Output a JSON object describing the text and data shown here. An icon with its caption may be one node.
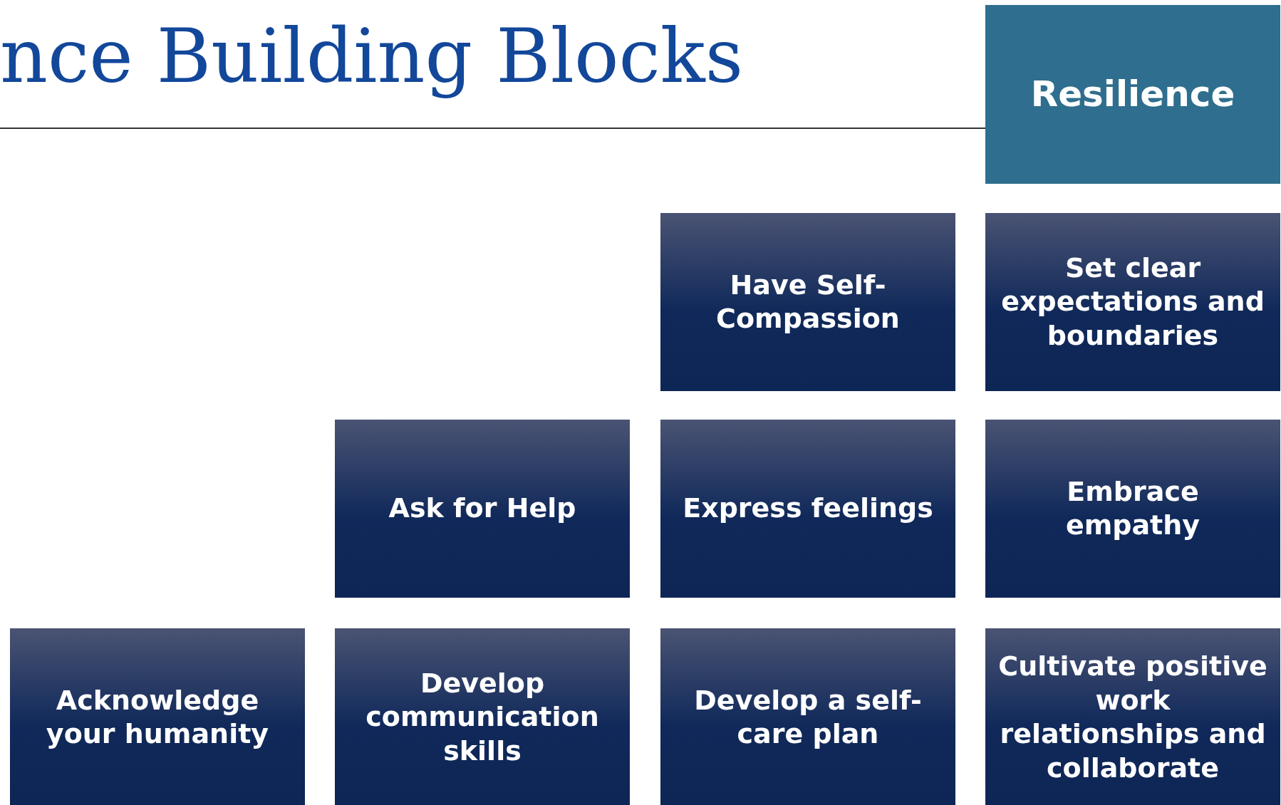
{
  "diagram": {
    "title": "nce Building Blocks",
    "nodes": [
      {
        "text": [
          "Resilience"
        ]
      },
      {
        "text": [
          "Have Self-Compassion"
        ]
      },
      {
        "text": [
          "Set clear expectations and boundaries"
        ]
      },
      {
        "text": [
          "Ask for Help"
        ]
      },
      {
        "text": [
          "Express feelings"
        ]
      },
      {
        "text": [
          "Embrace empathy"
        ]
      },
      {
        "text": [
          "Acknowledge your humanity"
        ]
      },
      {
        "text": [
          "Develop communication skills"
        ]
      },
      {
        "text": [
          "Develop a self-care plan"
        ]
      },
      {
        "text": [
          "Cultivate positive work relationships and collaborate"
        ]
      }
    ]
  }
}
